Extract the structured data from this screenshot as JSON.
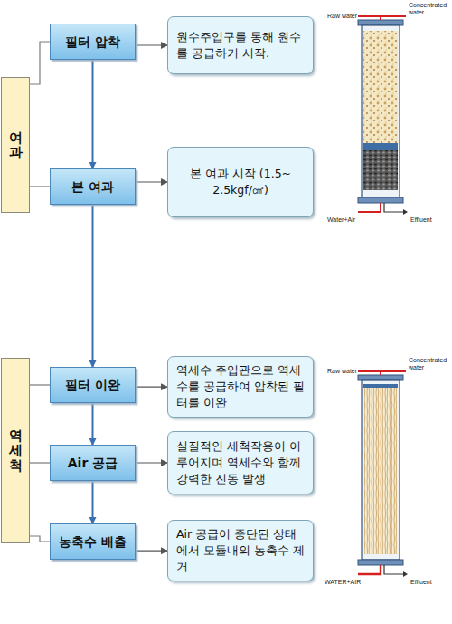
{
  "diagram": {
    "nodes": [
      {
        "text": [
          "여과"
        ]
      },
      {
        "text": [
          "필터 압착"
        ]
      },
      {
        "text": [
          "원수주입구를 통해 원수를 공급하기 시작."
        ]
      },
      {
        "text": [
          "본 여과"
        ]
      },
      {
        "text": [
          "본 여과 시작 (1.5~ 2.5kgf/㎠)"
        ]
      },
      {
        "text": [
          "역세척"
        ]
      },
      {
        "text": [
          "필터 이완"
        ]
      },
      {
        "text": [
          "역세수 주입관으로 역세수를 공급하여 압착된 필터를 이완"
        ]
      },
      {
        "text": [
          "Air 공급"
        ]
      },
      {
        "text": [
          "실질적인 세척작용이 이루어지며 역세수와 함께 강력한 진동 발생"
        ]
      },
      {
        "text": [
          "농축수 배출"
        ]
      },
      {
        "text": [
          "Air 공급이 중단된 상태에서 모듈내의 농축수 제거"
        ]
      }
    ],
    "edges": [
      {
        "from": 0,
        "to": 1,
        "arrow": "none"
      },
      {
        "from": 0,
        "to": 3,
        "arrow": "none"
      },
      {
        "from": 1,
        "to": 2,
        "arrow": "to"
      },
      {
        "from": 1,
        "to": 3,
        "arrow": "to"
      },
      {
        "from": 3,
        "to": 4,
        "arrow": "to"
      },
      {
        "from": 3,
        "to": 6,
        "arrow": "to"
      },
      {
        "from": 5,
        "to": 6,
        "arrow": "none"
      },
      {
        "from": 5,
        "to": 8,
        "arrow": "none"
      },
      {
        "from": 5,
        "to": 10,
        "arrow": "none"
      },
      {
        "from": 6,
        "to": 7,
        "arrow": "to"
      },
      {
        "from": 6,
        "to": 8,
        "arrow": "to"
      },
      {
        "from": 8,
        "to": 9,
        "arrow": "to"
      },
      {
        "from": 8,
        "to": 10,
        "arrow": "to"
      },
      {
        "from": 10,
        "to": 11,
        "arrow": "to"
      }
    ],
    "labels": [
      "Raw water",
      "Concentrated water",
      "Water+Air",
      "Effluent",
      "Raw water",
      "Concentrated water",
      "WATER+AIR",
      "Effluent"
    ]
  }
}
